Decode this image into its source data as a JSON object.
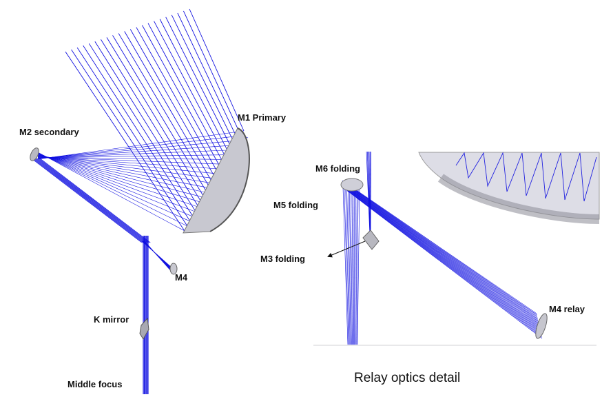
{
  "labels": {
    "m1": "M1 Primary",
    "m2": "M2 secondary",
    "m4": "M4",
    "k_mirror": "K mirror",
    "middle_focus": "Middle focus",
    "m6": "M6 folding",
    "m5": "M5 folding",
    "m3": "M3 folding",
    "m4_relay": "M4 relay"
  },
  "caption": "Relay optics detail",
  "colors": {
    "ray": "#1010e0",
    "mirror_fill": "#c4c4cc",
    "mirror_edge": "#777777",
    "frame": "#cfcfd6"
  }
}
